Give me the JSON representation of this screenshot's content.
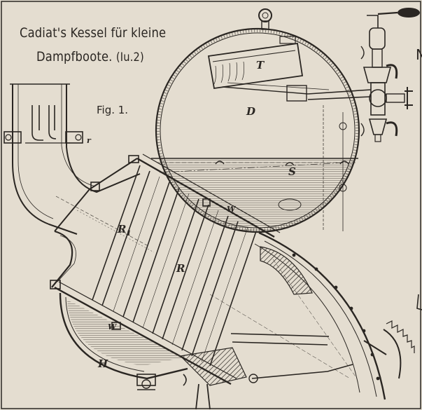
{
  "title": {
    "line1": "Cadiat's Kessel für kleine",
    "line2": "Dampfboote.",
    "ref": "(Iu.2)"
  },
  "figure_label": "Fig. 1.",
  "part_labels": {
    "T": "T",
    "D": "D",
    "S": "S",
    "r": "r",
    "R1": "R",
    "R1_sub": "1",
    "R": "R",
    "W_upper": "W",
    "W_lower": "W",
    "H": "H"
  },
  "cut_off_text": "N",
  "colors": {
    "paper": "#e4ddd0",
    "ink": "#2a2622",
    "water": "#c9c1b3"
  }
}
